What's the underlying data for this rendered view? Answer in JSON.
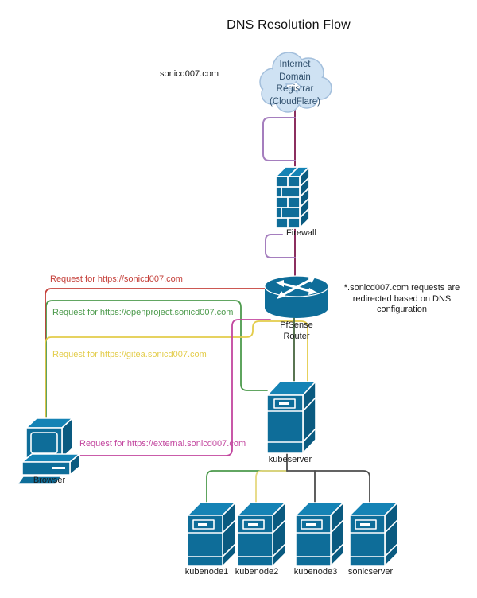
{
  "title": "DNS Resolution Flow",
  "domain_label": "sonicd007.com",
  "cloud": {
    "label": "Internet\nDomain\nRegistrar\n(CloudFlare)"
  },
  "nodes": {
    "firewall": "Firewall",
    "router": "PfSense\nRouter",
    "kubeserver": "kubeserver",
    "browser": "Browser",
    "kubenode1": "kubenode1",
    "kubenode2": "kubenode2",
    "kubenode3": "kubenode3",
    "sonicserver": "sonicserver"
  },
  "note": "*.sonicd007.com requests are redirected based on DNS configuration",
  "requests": [
    {
      "label": "Request for https://sonicd007.com",
      "color": "#C5403A"
    },
    {
      "label": "Request for https://openproject.sonicd007.com",
      "color": "#4C9A4C"
    },
    {
      "label": "Request for https://gitea.sonicd007.com",
      "color": "#E3CC4A"
    },
    {
      "label": "Request for https://external.sonicd007.com",
      "color": "#C2459E"
    }
  ],
  "colors": {
    "shape_front": "#0E6D99",
    "shape_top": "#1583B5",
    "shape_side": "#0A5A80",
    "cloud_fill": "#CFE2F3",
    "cloud_stroke": "#A3BFDC",
    "spine": "#8C2F5F",
    "loop": "#A57EBE",
    "dark_line": "#4D4D4D",
    "router_to_kube": "#47663F"
  }
}
